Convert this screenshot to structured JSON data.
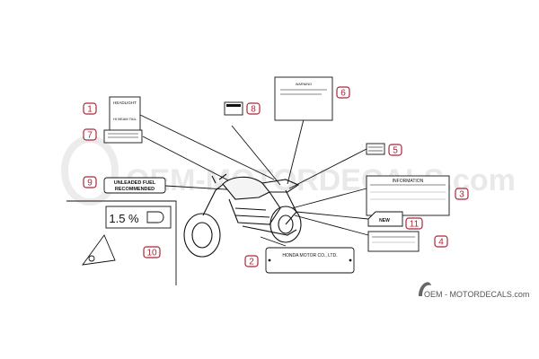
{
  "callouts": [
    {
      "num": "1"
    },
    {
      "num": "2"
    },
    {
      "num": "3"
    },
    {
      "num": "4"
    },
    {
      "num": "5"
    },
    {
      "num": "6"
    },
    {
      "num": "7"
    },
    {
      "num": "8"
    },
    {
      "num": "9"
    },
    {
      "num": "10"
    },
    {
      "num": "11"
    }
  ],
  "labels": {
    "headlight_top": "HEADLIGHT",
    "headlight_bottom": "HI BEAM TAIL",
    "unleaded_line1": "UNLEADED FUEL",
    "unleaded_line2": "RECOMMENDED",
    "slope": "1.5 %",
    "manufacturer": "HONDA MOTOR CO., LTD.",
    "info_title": "INFORMATION",
    "new": "NEW",
    "warning": "WARNING"
  },
  "watermark": {
    "main": "OEM-MOTORDECALS.com",
    "footer": "OEM - MOTORDECALS.com"
  },
  "colors": {
    "callout": "#a8283a",
    "line": "#111111",
    "watermark": "#e9e9e9"
  }
}
